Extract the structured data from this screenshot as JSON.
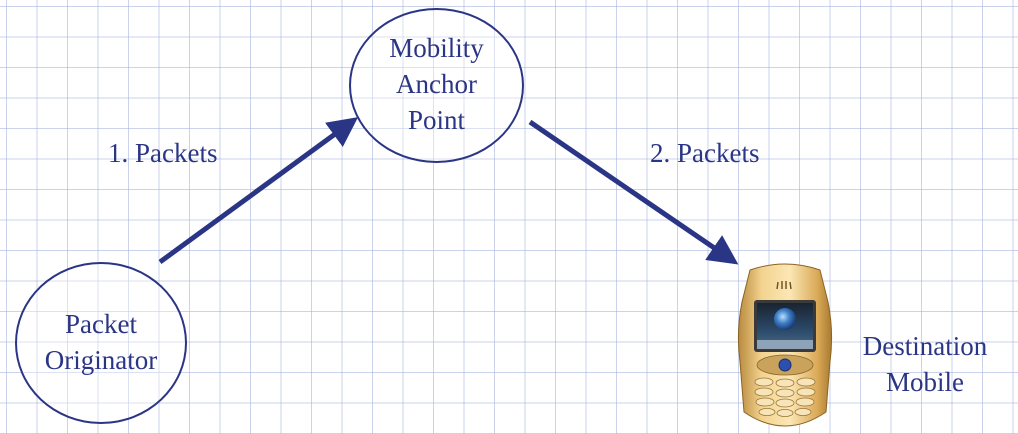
{
  "diagram": {
    "nodes": {
      "anchor": {
        "label": "Mobility\nAnchor\nPoint"
      },
      "originator": {
        "label": "Packet\nOriginator"
      },
      "destination": {
        "label": "Destination\nMobile"
      }
    },
    "edges": [
      {
        "from": "originator",
        "to": "anchor",
        "label": "1. Packets"
      },
      {
        "from": "anchor",
        "to": "destination",
        "label": "2. Packets"
      }
    ]
  },
  "colors": {
    "stroke": "#2b3585",
    "text": "#2b3585",
    "grid": "#a0afdc",
    "phone_body": "#e8c079"
  },
  "icons": {
    "destination_device": "mobile-phone-icon"
  }
}
